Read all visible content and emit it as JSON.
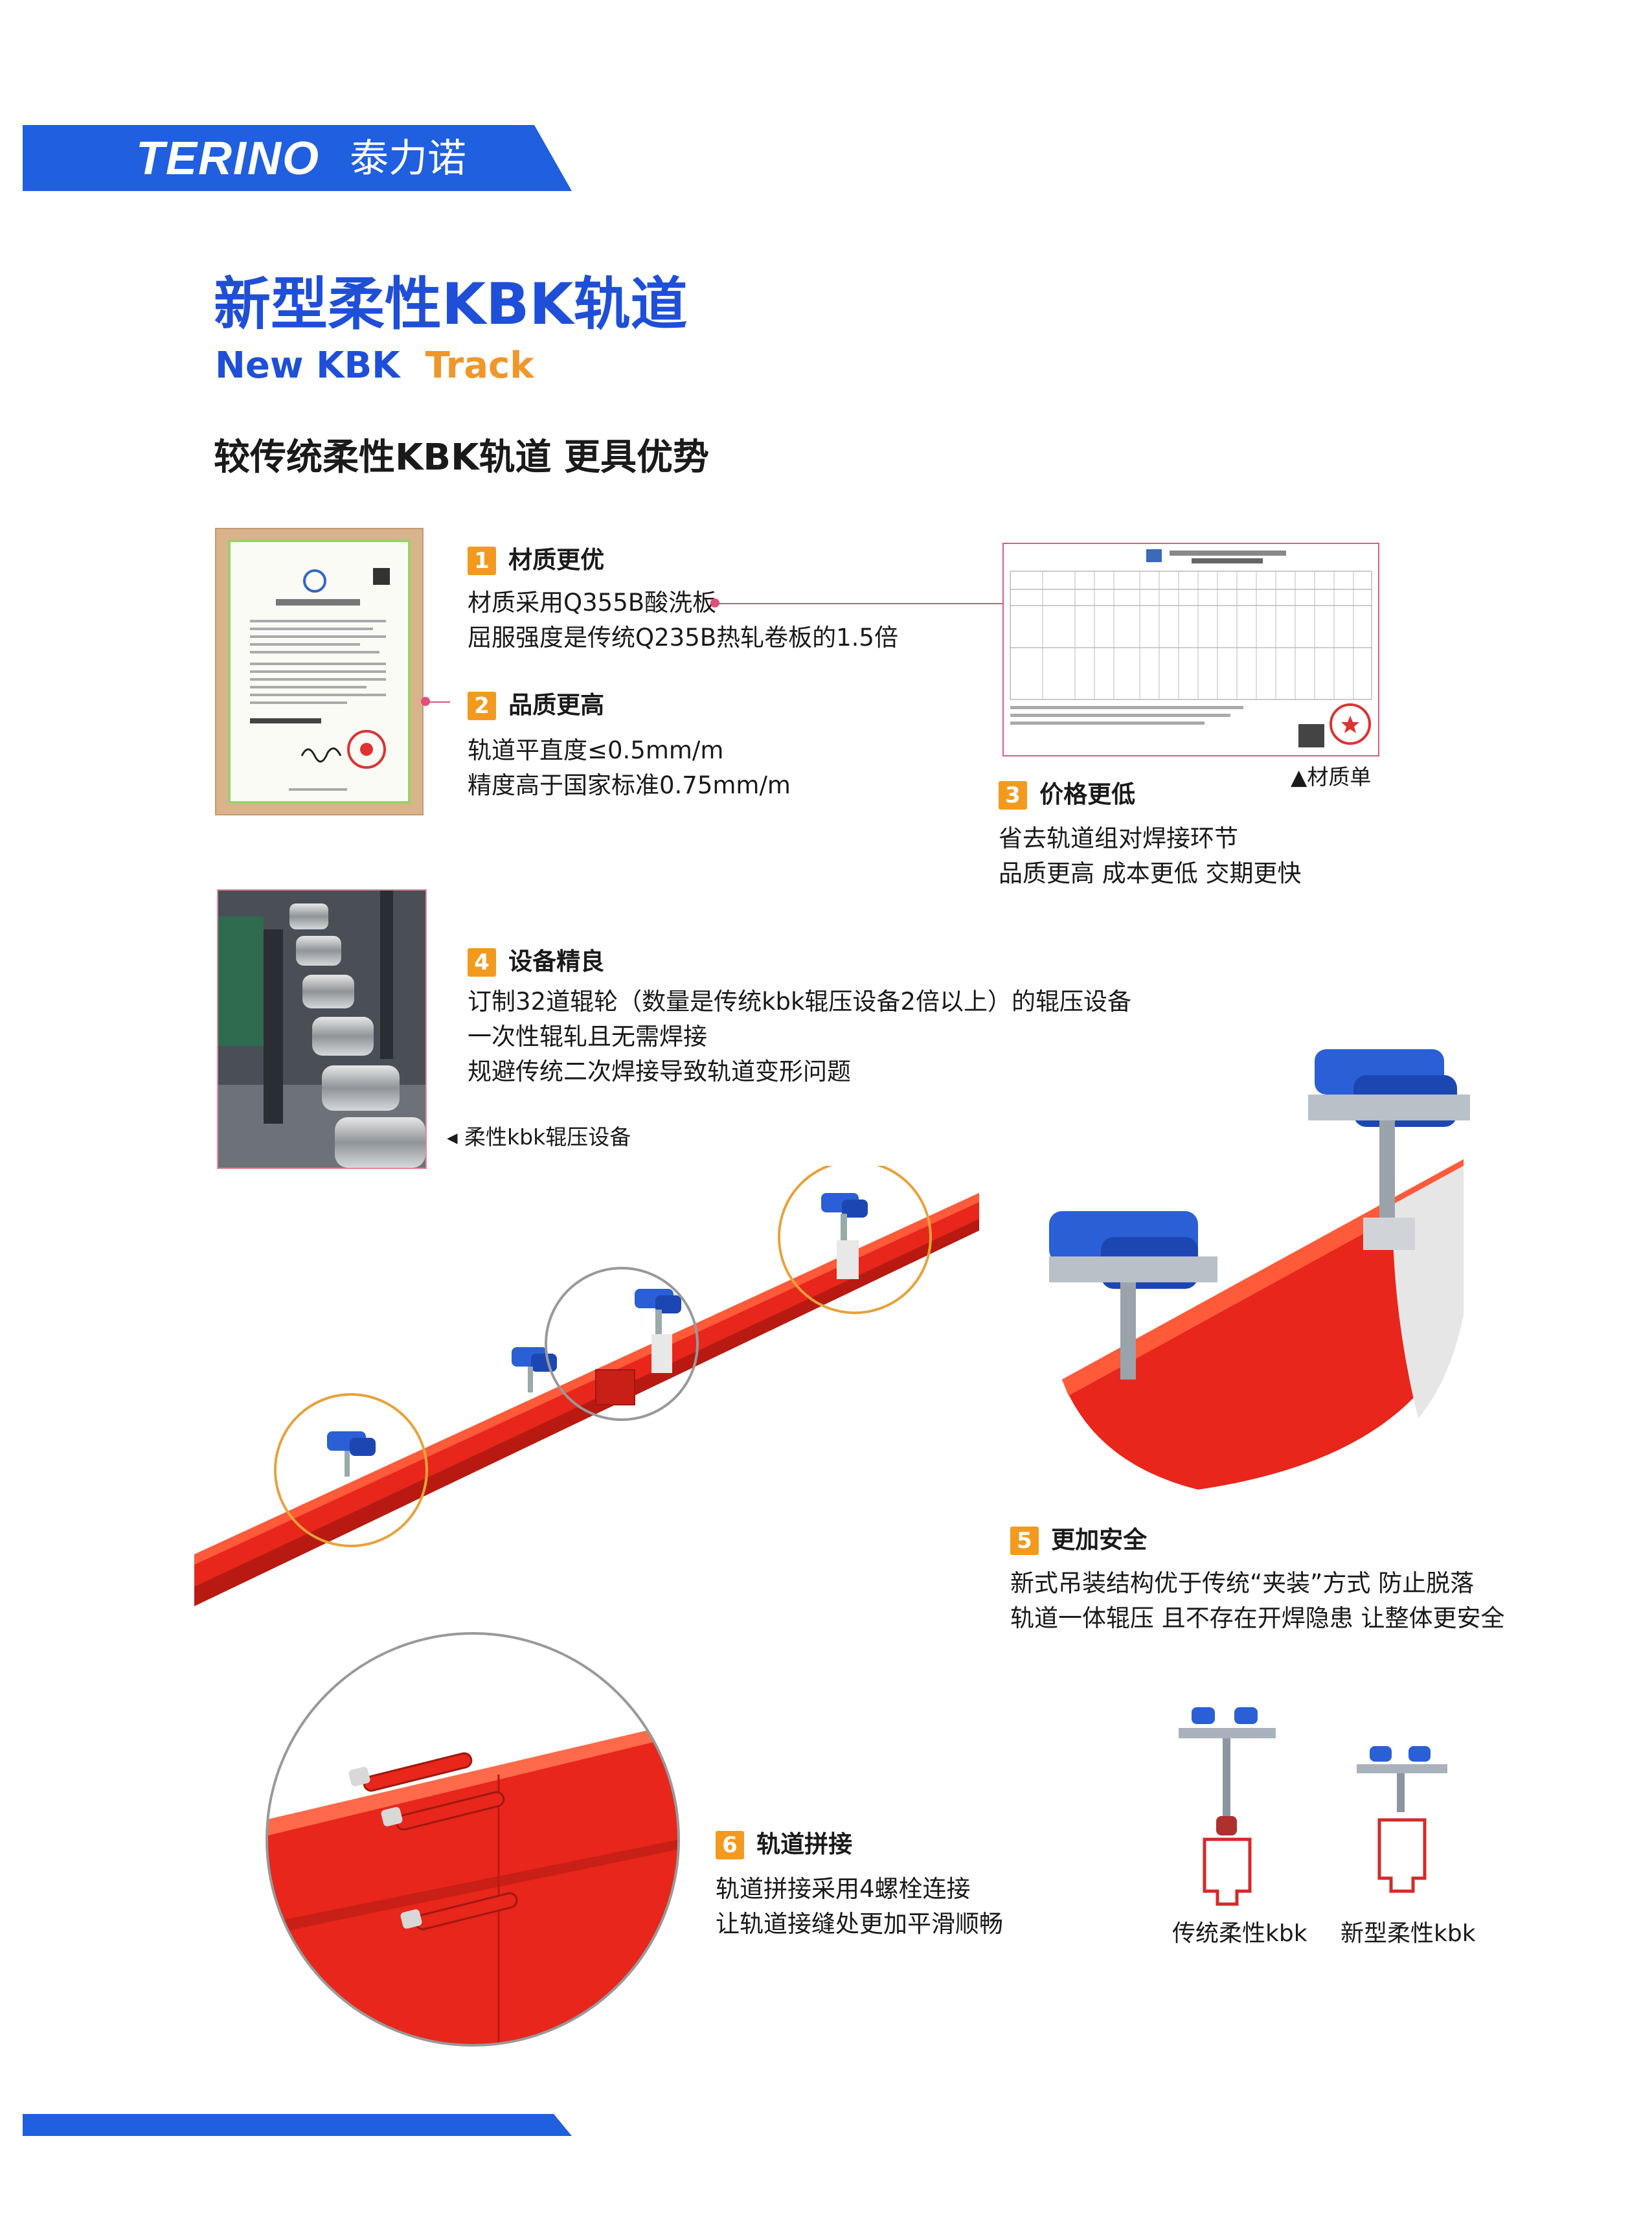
{
  "header": {
    "brand_en": "TERINO",
    "brand_cn": "泰力诺"
  },
  "title": {
    "cn": "新型柔性KBK轨道",
    "en_a": "New KBK",
    "en_b": "Track"
  },
  "subtitle": "较传统柔性KBK轨道 更具优势",
  "features": [
    {
      "num": "1",
      "title": "材质更优",
      "lines": [
        "材质采用Q355B酸洗板",
        "屈服强度是传统Q235B热轧卷板的1.5倍"
      ]
    },
    {
      "num": "2",
      "title": "品质更高",
      "lines": [
        "轨道平直度≤0.5mm/m",
        "精度高于国家标准0.75mm/m"
      ]
    },
    {
      "num": "3",
      "title": "价格更低",
      "lines": [
        "省去轨道组对焊接环节",
        "品质更高 成本更低 交期更快"
      ]
    },
    {
      "num": "4",
      "title": "设备精良",
      "lines": [
        "订制32道辊轮（数量是传统kbk辊压设备2倍以上）的辊压设备",
        "一次性辊轧且无需焊接",
        "规避传统二次焊接导致轨道变形问题"
      ]
    },
    {
      "num": "5",
      "title": "更加安全",
      "lines": [
        "新式吊装结构优于传统“夹装”方式 防止脱落",
        "轨道一体辊压 且不存在开焊隐患 让整体更安全"
      ]
    },
    {
      "num": "6",
      "title": "轨道拼接",
      "lines": [
        "轨道拼接采用4螺栓连接",
        "让轨道接缝处更加平滑顺畅"
      ]
    }
  ],
  "captions": {
    "report": "▲材质单",
    "roller": "◂ 柔性kbk辊压设备",
    "traditional": "传统柔性kbk",
    "new": "新型柔性kbk"
  },
  "colors": {
    "blue": "#1f4fd8",
    "orange": "#f39a1e",
    "red": "#e8261b",
    "pink": "#e0507a"
  }
}
